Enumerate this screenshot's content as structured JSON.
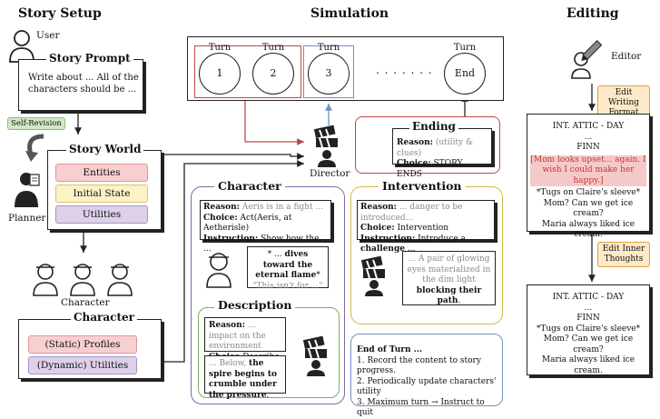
{
  "headers": {
    "story_setup": "Story Setup",
    "simulation": "Simulation",
    "editing": "Editing"
  },
  "setup": {
    "user_label": "User",
    "prompt_title": "Story Prompt",
    "prompt_text": "Write about ... All of the characters should be ...",
    "self_revision": "Self-Revision",
    "world_title": "Story World",
    "world_items": [
      "Entities",
      "Initial State",
      "Utilities"
    ],
    "planner_label": "Planner",
    "character_icon_label": "Character",
    "character_box_title": "Character",
    "character_items": [
      "(Static) Profiles",
      "(Dynamic) Utilities"
    ]
  },
  "simulation": {
    "turn_word": "Turn",
    "turns": [
      "1",
      "2",
      "3",
      "End"
    ],
    "dots": ". . . . . . .",
    "director_label": "Director",
    "ending": {
      "title": "Ending",
      "reason_key": "Reason:",
      "reason_val": "(utility & clues)",
      "choice_key": "Choice:",
      "choice_val": "STORY ENDS"
    },
    "character_panel": {
      "title": "Character",
      "reason_key": "Reason:",
      "reason_val": "Aeris is in a fight ...",
      "choice_key": "Choice:",
      "choice_val": "Act(Aeris, at Aetherisle)",
      "instruction_key": "Instruction:",
      "instruction_val": "Show how the ...",
      "speech_pre": "* ... ",
      "speech_bold": "dives toward the eternal flame",
      "speech_post": "*",
      "speech_quote": "\"This isn't for ...\""
    },
    "description_panel": {
      "title": "Description",
      "reason_key": "Reason:",
      "reason_val": "... impact on the environment",
      "choice_key": "Choice",
      "choice_val": "Describe",
      "text_pre": "... Below, ",
      "text_bold": "the spire begins to crumble under the pressure",
      "text_post": "."
    },
    "intervention_panel": {
      "title": "Intervention",
      "reason_key": "Reason:",
      "reason_val": "... danger to be introduced...",
      "choice_key": "Choice:",
      "choice_val": "Intervention",
      "instruction_key": "Instruction:",
      "instruction_pre": "Introduce a ",
      "instruction_bold": "challenge",
      "instruction_post": " ...",
      "text_pre": "... A pair of glowing eyes materialized in the dim light ",
      "text_bold": "blocking their path",
      "text_post": "."
    },
    "end_of_turn": {
      "title": "End of Turn ...",
      "items": [
        "1. Record the content to story progress.",
        "2. Periodically update characters' utility",
        "3. Maximum turn → Instruct to quit"
      ]
    }
  },
  "editing": {
    "editor_label": "Editor",
    "tag_writing": "Edit Writing Format",
    "tag_thoughts": "Edit Inner Thoughts",
    "script1": {
      "heading": "INT. ATTIC - DAY",
      "ellipsis": "...",
      "name": "FINN",
      "highlight": "[Mom looks upset... again. I wish I could make her happy.]",
      "lines": [
        "*Tugs on Claire's sleeve*",
        "Mom? Can we get ice cream?",
        "Maria always liked ice cream."
      ]
    },
    "script2": {
      "heading": "INT. ATTIC - DAY",
      "ellipsis": "...",
      "name": "FINN",
      "lines": [
        "*Tugs on Claire's sleeve*",
        "Mom? Can we get ice cream?",
        "Maria always liked ice cream."
      ]
    }
  },
  "colors": {
    "red_border": "#b94a48",
    "blue_border": "#6f8fc4",
    "green_border": "#7fae5a",
    "purple_border": "#7e6aa8",
    "yellow_border": "#d9b84a",
    "pill_red": "#f7cfd0",
    "pill_yellow": "#fdf1c6",
    "pill_purple": "#ddd1ea",
    "highlight": "#f6c9c9"
  }
}
